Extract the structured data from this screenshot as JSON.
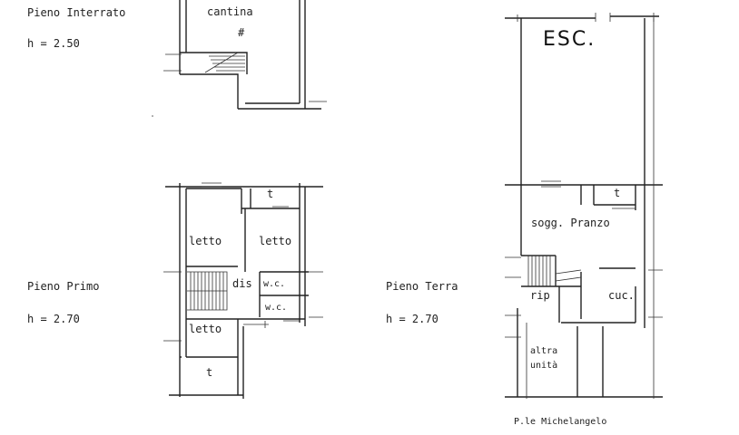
{
  "floors": {
    "basement": {
      "title": "Pieno Interrato",
      "height": "h = 2.50"
    },
    "first": {
      "title": "Pieno Primo",
      "height": "h = 2.70"
    },
    "ground": {
      "title": "Pieno Terra",
      "height": "h = 2.70"
    }
  },
  "rooms": {
    "cantina": "cantina",
    "letto_1": "letto",
    "letto_2": "letto",
    "letto_3": "letto",
    "dis": "dis",
    "wc_1": "w.c.",
    "wc_2": "w.c.",
    "terrace_first_top": "t",
    "terrace_first_bottom": "t",
    "terrace_ground": "t",
    "soggiorno": "sogg. Pranzo",
    "rip": "rip",
    "cuc": "cuc.",
    "altra": "altra",
    "unita": "unità"
  },
  "annotations": {
    "esc": "ESC.",
    "hash": "#",
    "street": "P.le Michelangelo"
  }
}
